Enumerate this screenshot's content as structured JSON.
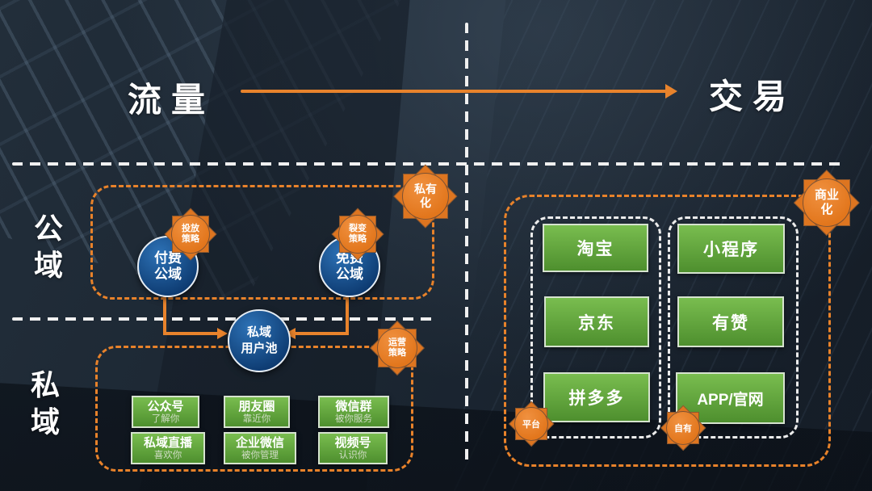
{
  "header": {
    "traffic_label": "流量",
    "transaction_label": "交易"
  },
  "sections": {
    "public_label": "公域",
    "private_label": "私域"
  },
  "circles": {
    "paid": {
      "line1": "付费",
      "line2": "公域"
    },
    "free": {
      "line1": "免费",
      "line2": "公域"
    },
    "pool": {
      "line1": "私域",
      "line2": "用户池"
    }
  },
  "badges": {
    "placement": {
      "line1": "投放",
      "line2": "策略"
    },
    "fission": {
      "line1": "裂变",
      "line2": "策略"
    },
    "privatization": {
      "line1": "私有",
      "line2": "化"
    },
    "operation": {
      "line1": "运营",
      "line2": "策略"
    },
    "commercialization": {
      "line1": "商业",
      "line2": "化"
    },
    "platform": "平台",
    "own": "自有"
  },
  "private_channels": [
    {
      "title": "公众号",
      "subtitle": "了解你"
    },
    {
      "title": "朋友圈",
      "subtitle": "靠近你"
    },
    {
      "title": "微信群",
      "subtitle": "被你服务"
    },
    {
      "title": "私域直播",
      "subtitle": "喜欢你"
    },
    {
      "title": "企业微信",
      "subtitle": "被你管理"
    },
    {
      "title": "视频号",
      "subtitle": "认识你"
    }
  ],
  "platform_channels": {
    "left": [
      "淘宝",
      "京东",
      "拼多多"
    ],
    "right": [
      "小程序",
      "有赞",
      "APP/官网"
    ]
  },
  "colors": {
    "accent_orange": "#e8832c",
    "box_green": "#5ea33a",
    "circle_blue": "#14548f",
    "dash_white": "#f0f0f0"
  }
}
